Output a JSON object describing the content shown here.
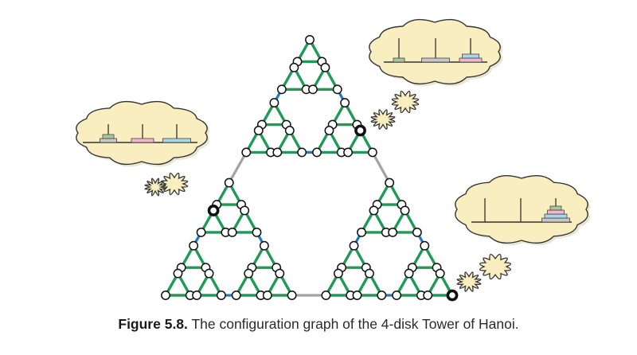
{
  "caption": {
    "label": "Figure 5.8.",
    "text": " The configuration graph of the 4-disk Tower of Hanoi."
  },
  "graph": {
    "disks": 4,
    "colors": {
      "edge_red": "#e8343c",
      "edge_green": "#1f9a55",
      "edge_blue": "#1f78c4",
      "edge_gray": "#a3a3a3",
      "node_fill": "#ffffff",
      "node_stroke": "#111111",
      "cloud_fill": "#f8eec0",
      "cloud_stroke": "#333333"
    }
  },
  "bubbles": [
    {
      "name": "left-state",
      "pegs": [
        [
          {
            "size": 2,
            "color": "#c7c7c7"
          },
          {
            "size": 1,
            "color": "#a8c79a"
          }
        ],
        [
          {
            "size": 3,
            "color": "#f0b7cf"
          }
        ],
        [
          {
            "size": 4,
            "color": "#a9d6ea"
          }
        ]
      ]
    },
    {
      "name": "top-right-state",
      "pegs": [
        [
          {
            "size": 1,
            "color": "#a8c79a"
          }
        ],
        [
          {
            "size": 4,
            "color": "#c7c7c7"
          }
        ],
        [
          {
            "size": 3,
            "color": "#f0b7cf"
          },
          {
            "size": 2,
            "color": "#a9d6ea"
          }
        ]
      ]
    },
    {
      "name": "bottom-right-state",
      "pegs": [
        [],
        [],
        [
          {
            "size": 4,
            "color": "#c7c7c7"
          },
          {
            "size": 3,
            "color": "#a9d6ea"
          },
          {
            "size": 2,
            "color": "#f0b7cf"
          },
          {
            "size": 1,
            "color": "#a8c79a"
          }
        ]
      ]
    }
  ]
}
